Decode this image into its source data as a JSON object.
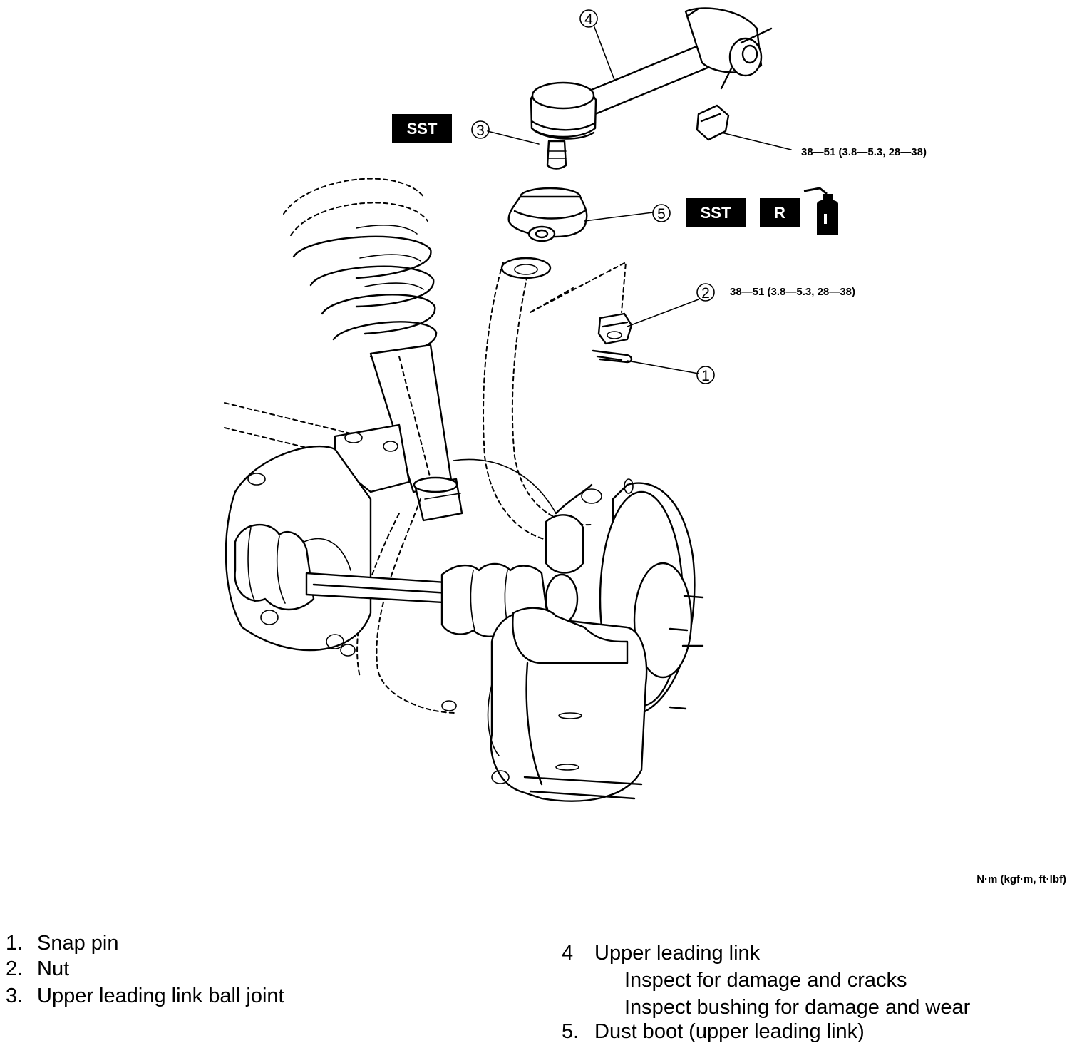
{
  "callouts": {
    "c1": "1",
    "c2": "2",
    "c3": "3",
    "c4": "4",
    "c5": "5"
  },
  "torque": {
    "upper_bushing_nut": "38—51 (3.8—5.3, 28—38)",
    "ball_joint_nut": "38—51 (3.8—5.3, 28—38)",
    "units": "N·m (kgf·m, ft·lbf)"
  },
  "badges": {
    "sst_top": "SST",
    "sst_boot": "SST",
    "replace": "R"
  },
  "legend_left": [
    {
      "num": "1.",
      "text": "Snap pin"
    },
    {
      "num": "2.",
      "text": "Nut"
    },
    {
      "num": "3.",
      "text": "Upper leading link ball joint"
    }
  ],
  "legend_right": {
    "item4_num": "4",
    "item4_text": "Upper leading link",
    "item4_note1": "Inspect for damage and cracks",
    "item4_note2": "Inspect bushing for damage and wear",
    "item5_num": "5.",
    "item5_text": "Dust boot (upper leading link)"
  },
  "icons": {
    "grease": "grease-gun-icon"
  },
  "colors": {
    "ink": "#000000",
    "background": "#ffffff",
    "badge": "#000000"
  }
}
